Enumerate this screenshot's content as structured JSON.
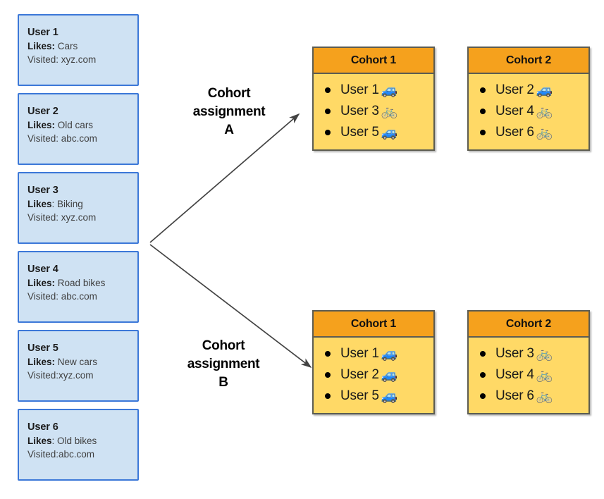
{
  "diagram": {
    "title": "Cohort assignment diagram",
    "colors": {
      "user_card_fill": "#cfe2f3",
      "user_card_border": "#3c78d8",
      "cohort_header_fill": "#f5a11d",
      "cohort_body_fill": "#ffd966",
      "cohort_border": "#5c5c52",
      "arrow": "#434343",
      "background": "#ffffff"
    }
  },
  "users": [
    {
      "name": "User 1",
      "likes_label": "Likes:",
      "likes_value": "Cars",
      "visited_label": "Visited:",
      "visited_value": "xyz.com"
    },
    {
      "name": "User 2",
      "likes_label": "Likes:",
      "likes_value": "Old cars",
      "visited_label": "Visited:",
      "visited_value": "abc.com"
    },
    {
      "name": "User 3",
      "likes_label": "Likes",
      "likes_value": ": Biking",
      "visited_label": "Visited:",
      "visited_value": "xyz.com"
    },
    {
      "name": "User 4",
      "likes_label": "Likes:",
      "likes_value": "Road bikes",
      "visited_label": "Visited:",
      "visited_value": "abc.com"
    },
    {
      "name": "User 5",
      "likes_label": "Likes:",
      "likes_value": "New cars",
      "visited_label": "Visited:",
      "visited_value": "xyz.com",
      "visited_nospace": true
    },
    {
      "name": "User 6",
      "likes_label": "Likes",
      "likes_value": ": Old bikes",
      "visited_label": "Visited:",
      "visited_value": "abc.com",
      "visited_nospace": true
    }
  ],
  "assignments": [
    {
      "id": "A",
      "label_line1": "Cohort",
      "label_line2": "assignment",
      "label_line3": "A",
      "cohorts": [
        {
          "title": "Cohort 1",
          "members": [
            {
              "label": "User 1",
              "icon": "car-emoji",
              "emoji": "🚙"
            },
            {
              "label": "User 3",
              "icon": "bicycle-emoji",
              "emoji": "🚲"
            },
            {
              "label": "User 5",
              "icon": "car-emoji",
              "emoji": "🚙"
            }
          ]
        },
        {
          "title": "Cohort 2",
          "members": [
            {
              "label": "User 2",
              "icon": "car-emoji",
              "emoji": "🚙"
            },
            {
              "label": "User 4",
              "icon": "bicycle-emoji",
              "emoji": "🚲"
            },
            {
              "label": "User 6",
              "icon": "bicycle-emoji",
              "emoji": "🚲"
            }
          ]
        }
      ]
    },
    {
      "id": "B",
      "label_line1": "Cohort",
      "label_line2": "assignment",
      "label_line3": "B",
      "cohorts": [
        {
          "title": "Cohort 1",
          "members": [
            {
              "label": "User 1",
              "icon": "car-emoji",
              "emoji": "🚙"
            },
            {
              "label": "User 2",
              "icon": "car-emoji",
              "emoji": "🚙"
            },
            {
              "label": "User 5",
              "icon": "car-emoji",
              "emoji": "🚙"
            }
          ]
        },
        {
          "title": "Cohort 2",
          "members": [
            {
              "label": "User 3",
              "icon": "bicycle-emoji",
              "emoji": "🚲"
            },
            {
              "label": "User 4",
              "icon": "bicycle-emoji",
              "emoji": "🚲"
            },
            {
              "label": "User 6",
              "icon": "bicycle-emoji",
              "emoji": "🚲"
            }
          ]
        }
      ]
    }
  ]
}
